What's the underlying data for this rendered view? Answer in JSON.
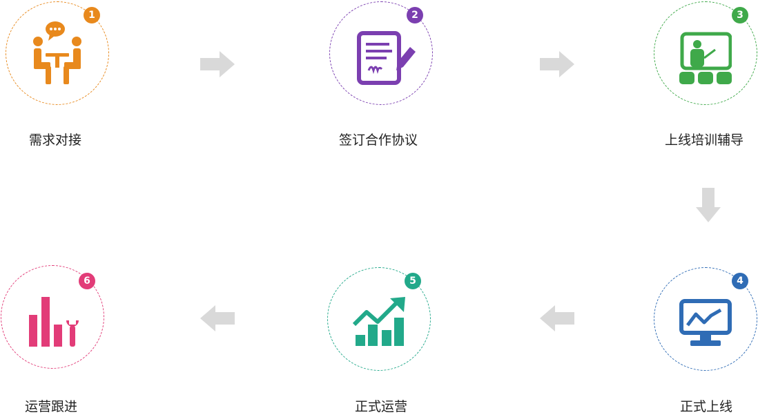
{
  "steps": [
    {
      "number": "1",
      "label": "需求对接",
      "color": "#e8891d",
      "icon": "meeting-chat-icon"
    },
    {
      "number": "2",
      "label": "签订合作协议",
      "color": "#7b3fb0",
      "icon": "contract-sign-icon"
    },
    {
      "number": "3",
      "label": "上线培训辅导",
      "color": "#3fa94a",
      "icon": "training-presentation-icon"
    },
    {
      "number": "4",
      "label": "正式上线",
      "color": "#2f6cb5",
      "icon": "monitor-chart-icon"
    },
    {
      "number": "5",
      "label": "正式运营",
      "color": "#22a98a",
      "icon": "growth-chart-icon"
    },
    {
      "number": "6",
      "label": "运营跟进",
      "color": "#e23c78",
      "icon": "bar-chart-wrench-icon"
    }
  ],
  "arrow_color": "#d9d9d9"
}
